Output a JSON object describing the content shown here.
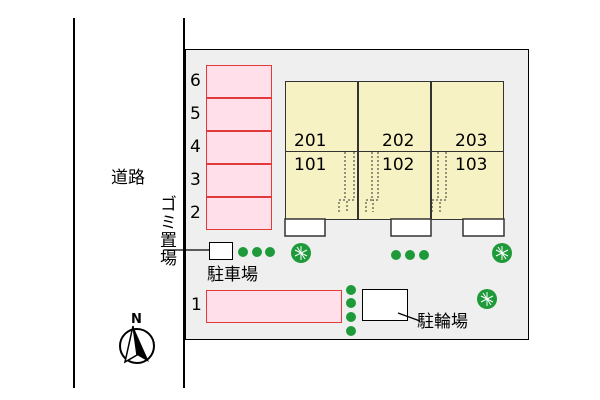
{
  "road_label": "道路",
  "garbage_label": "ゴミ置場",
  "parking_label": "駐車場",
  "bicycle_label": "駐輪場",
  "compass_label": "N",
  "parking_slots": [
    "6",
    "5",
    "4",
    "3",
    "2"
  ],
  "parking_slot_single": "1",
  "rooms_upper": [
    "201",
    "202",
    "203"
  ],
  "rooms_lower": [
    "101",
    "102",
    "103"
  ],
  "colors": {
    "parking_fill": "#ffe0ea",
    "parking_border": "#e23a3a",
    "building_fill": "#f7f2c4",
    "lot_fill": "#efefef",
    "tree": "#1f9a3a"
  }
}
